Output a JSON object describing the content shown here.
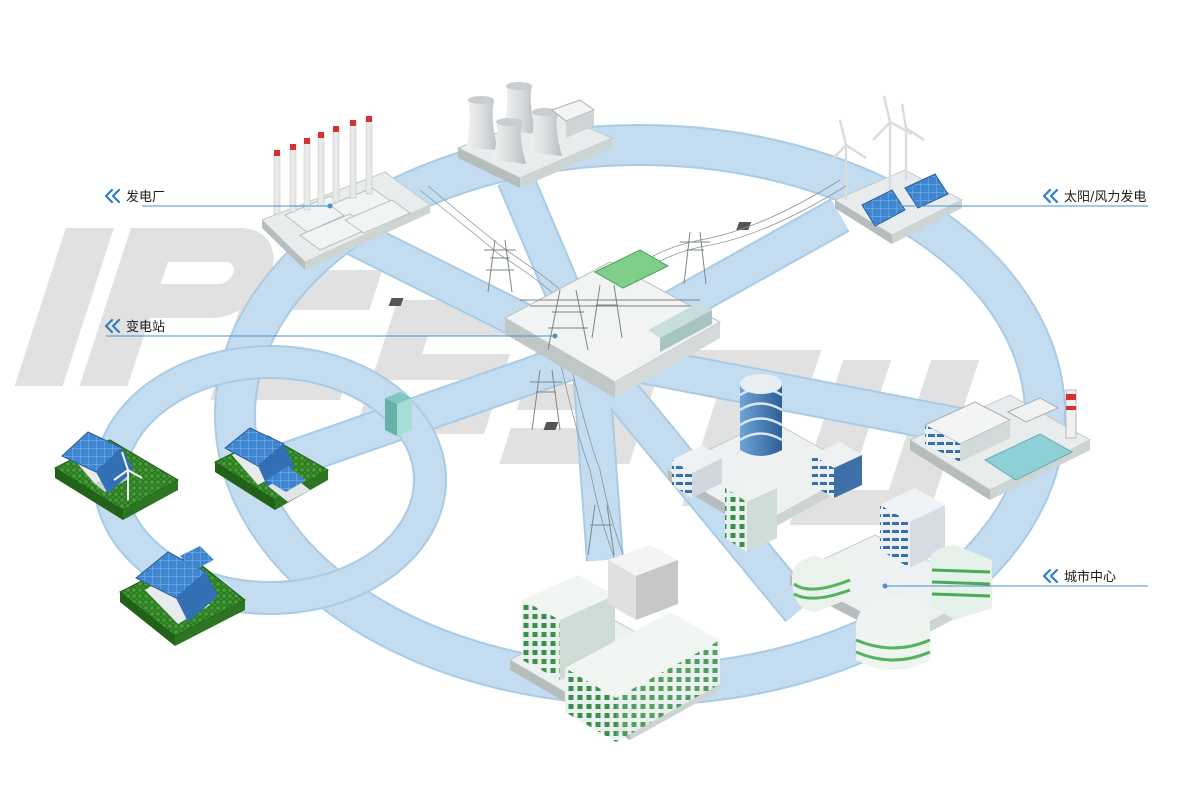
{
  "callouts": {
    "power_plant": "发电厂",
    "solar_wind": "太阳/风力发电",
    "substation": "变电站",
    "city_center": "城市中心"
  },
  "colors": {
    "ring": "#c3dcef",
    "ring_edge": "#a9cbe6",
    "accent": "#2f7fc4",
    "leader": "#4a90d0",
    "watermark": "#dcdcdc",
    "roof_solar": "#3f86d1",
    "grass": "#3c8f2e",
    "green_trim": "#5bb55b",
    "building": "#e6f0ee"
  },
  "icons": {
    "callout_marker": "double-chevron-left-icon",
    "wind_turbine": "wind-turbine-icon",
    "solar_panel": "solar-panel-icon",
    "transmission_tower": "pylon-icon"
  }
}
